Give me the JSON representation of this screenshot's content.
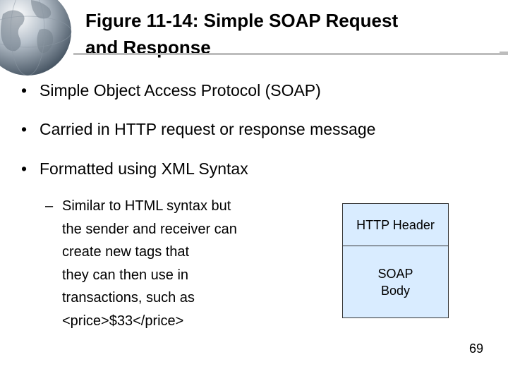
{
  "title": {
    "line1": "Figure 11-14: Simple SOAP Request",
    "line2": "and Response"
  },
  "bullets": [
    {
      "marker": "•",
      "text": "Simple Object Access Protocol (SOAP)"
    },
    {
      "marker": "•",
      "text": "Carried in HTTP request or response message"
    },
    {
      "marker": "•",
      "text": "Formatted using XML Syntax"
    }
  ],
  "sub_bullet": {
    "marker": "–",
    "lines": [
      "Similar to HTML syntax but",
      "the sender and receiver can",
      "create new tags that",
      "they can then use in",
      "transactions, such as",
      "<price>$33</price>"
    ]
  },
  "diagram": {
    "header_label": "HTTP Header",
    "body_line1": "SOAP",
    "body_line2": "Body"
  },
  "page_number": "69",
  "icons": {
    "logo": "globe-icon"
  },
  "colors": {
    "box_fill": "#d9ecff",
    "rule": "#bdbdbd"
  }
}
